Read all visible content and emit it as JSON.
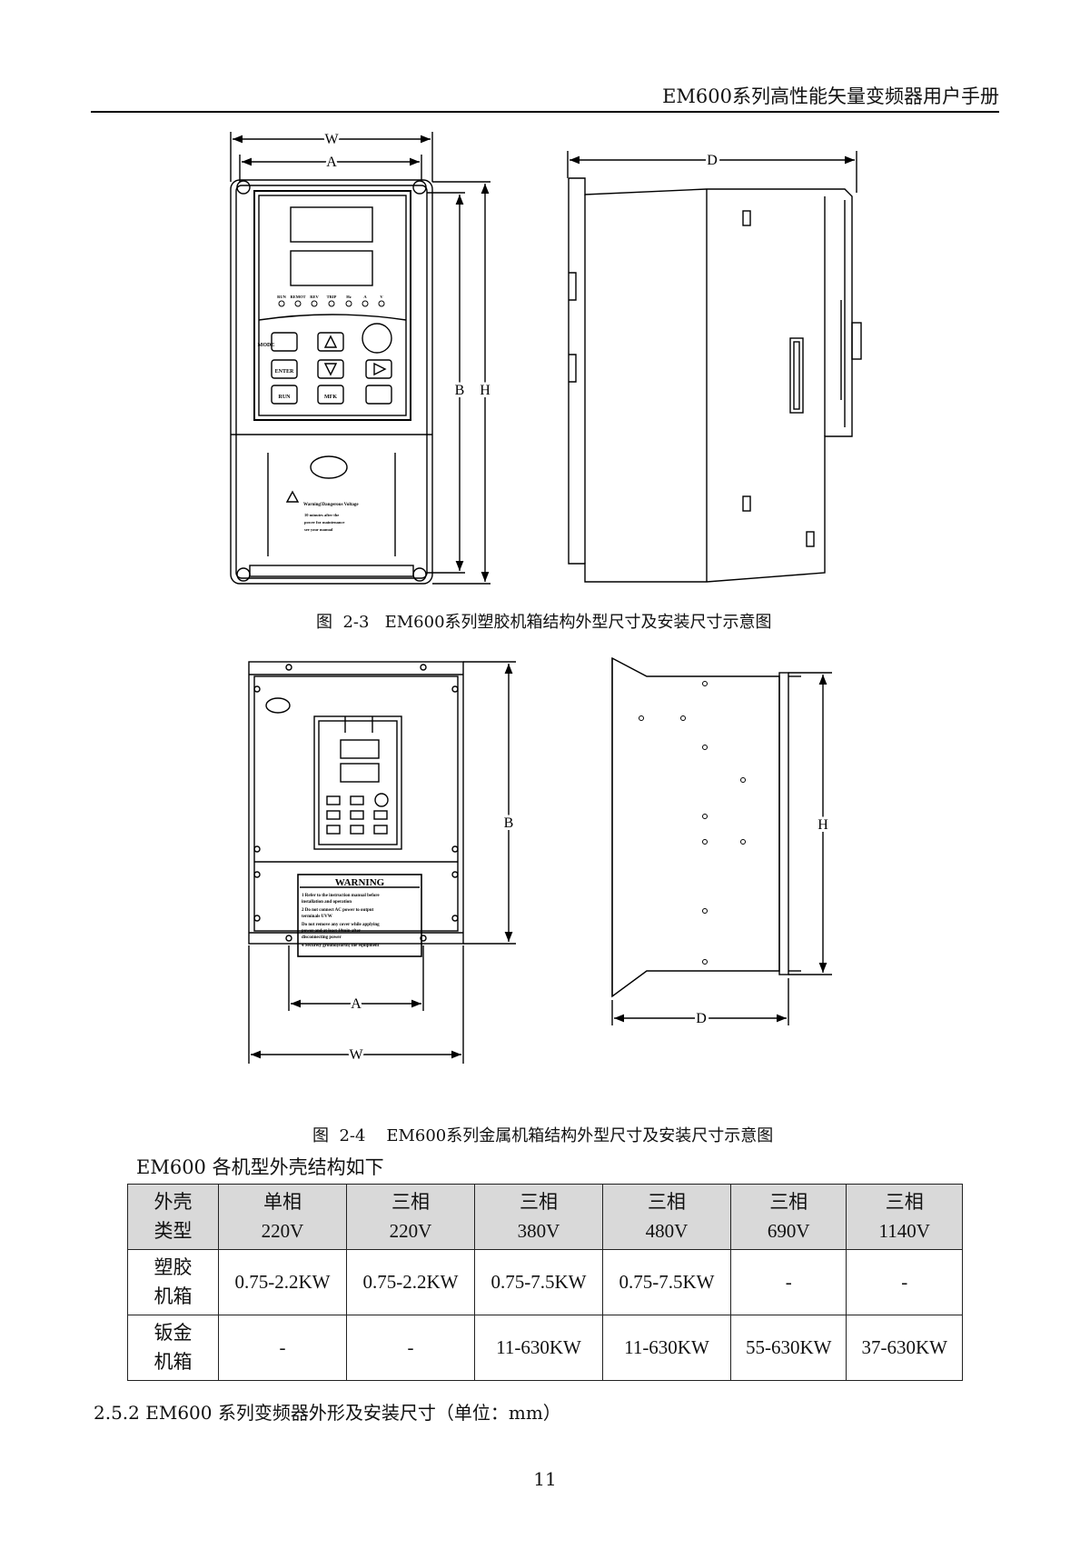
{
  "header": {
    "title": "EM600系列高性能矢量变频器用户手册"
  },
  "figure1": {
    "caption": "图  2-3   EM600系列塑胶机箱结构外型尺寸及安装尺寸示意图",
    "dims": {
      "w": "W",
      "a": "A",
      "b": "B",
      "h": "H",
      "d": "D"
    },
    "panel": {
      "leds": [
        "RUN",
        "REMOT",
        "REV",
        "TRIP",
        "Hz",
        "A",
        "V"
      ],
      "keys": [
        "MODE",
        "ENTER",
        "RUN",
        "MFK"
      ],
      "warning": "Warning!Dangerous Voltage",
      "warning_lines": [
        "10 minutes after the",
        "power for maintenance",
        "see your manual"
      ]
    }
  },
  "figure2": {
    "caption": "图  2-4    EM600系列金属机箱结构外型尺寸及安装尺寸示意图",
    "dims": {
      "w": "W",
      "a": "A",
      "b": "B",
      "h": "H",
      "d": "D"
    },
    "warning_title": "WARNING",
    "warning_lines": [
      "1 Refer to the instruction manual before",
      "installation and operation",
      "2 Do not connect AC power to output",
      "terminals UVW",
      "Do not remove any cover while applying",
      "power and at least 10min after",
      "disconnecting power",
      "4 Securely ground(earth) the equipment"
    ]
  },
  "intro": "EM600  各机型外壳结构如下",
  "table": {
    "corner": [
      "外壳",
      "类型"
    ],
    "columns": [
      [
        "单相",
        "220V"
      ],
      [
        "三相",
        "220V"
      ],
      [
        "三相",
        "380V"
      ],
      [
        "三相",
        "480V"
      ],
      [
        "三相",
        "690V"
      ],
      [
        "三相",
        "1140V"
      ]
    ],
    "rows": [
      {
        "label": [
          "塑胶",
          "机箱"
        ],
        "cells": [
          "0.75-2.2KW",
          "0.75-2.2KW",
          "0.75-7.5KW",
          "0.75-7.5KW",
          "-",
          "-"
        ]
      },
      {
        "label": [
          "钣金",
          "机箱"
        ],
        "cells": [
          "-",
          "-",
          "11-630KW",
          "11-630KW",
          "55-630KW",
          "37-630KW"
        ]
      }
    ]
  },
  "section": "2.5.2   EM600  系列变频器外形及安装尺寸（单位：mm）",
  "page_number": "11"
}
